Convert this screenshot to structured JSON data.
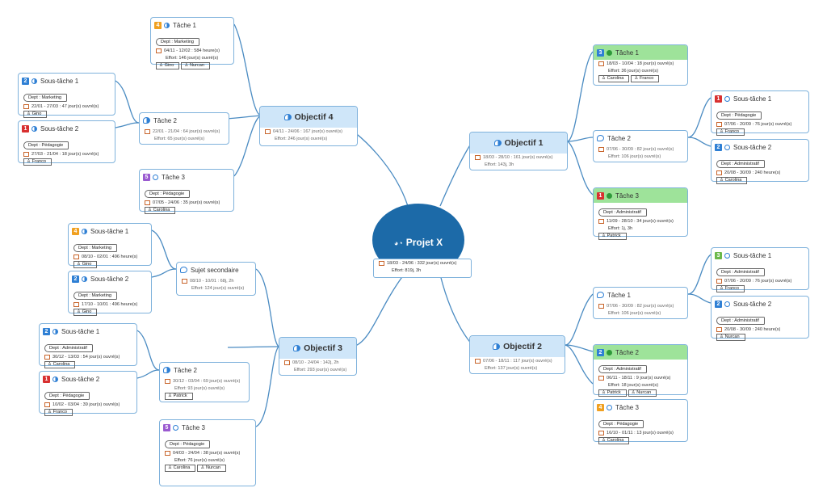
{
  "central": {
    "title": "Projet X",
    "dates": "18/03 - 24/06 : 332 jour(s) ouvré(s)",
    "effort": "Effort: 819j, 3h"
  },
  "objectifs": {
    "o1": {
      "title": "Objectif 1",
      "dates": "18/03 - 28/10 : 161 jour(s) ouvré(s)",
      "effort": "Effort: 143j, 3h"
    },
    "o2": {
      "title": "Objectif 2",
      "dates": "07/06 - 18/11 : 117 jour(s) ouvré(s)",
      "effort": "Effort: 137 jour(s) ouvré(s)"
    },
    "o3": {
      "title": "Objectif 3",
      "dates": "08/10 - 24/04 : 142j, 2h",
      "effort": "Effort: 293 jour(s) ouvré(s)"
    },
    "o4": {
      "title": "Objectif 4",
      "dates": "04/11 - 24/06 : 167 jour(s) ouvré(s)",
      "effort": "Effort: 246 jour(s) ouvré(s)"
    }
  },
  "tasks": {
    "o1_t1": {
      "prio": "3",
      "title": "Tâche 1",
      "dates": "18/03 - 10/04 : 18 jour(s) ouvré(s)",
      "effort": "Effort: 36 jour(s) ouvré(s)",
      "p1": "Carolina",
      "p2": "Franco"
    },
    "o1_t2": {
      "title": "Tâche 2",
      "dates": "07/06 - 30/09 : 82 jour(s) ouvré(s)",
      "effort": "Effort: 106 jour(s) ouvré(s)"
    },
    "o1_t3": {
      "prio": "1",
      "title": "Tâche 3",
      "dept": "Dept : Administratif",
      "dates": "11/09 - 28/10 : 34 jour(s) ouvré(s)",
      "effort": "Effort: 1j, 3h",
      "p1": "Patrick"
    },
    "o1_s1": {
      "prio": "1",
      "title": "Sous-tâche 1",
      "dept": "Dept : Pédagogie",
      "dates": "07/06 - 20/09 : 76 jour(s) ouvré(s)",
      "p1": "Franco"
    },
    "o1_s2": {
      "prio": "2",
      "title": "Sous-tâche 2",
      "dept": "Dept : Administratif",
      "dates": "20/08 - 30/09 : 240 heure(s)",
      "p1": "Carolina"
    },
    "o2_t1": {
      "title": "Tâche 1",
      "dates": "07/06 - 30/09 : 82 jour(s) ouvré(s)",
      "effort": "Effort: 106 jour(s) ouvré(s)"
    },
    "o2_t2": {
      "prio": "2",
      "title": "Tâche 2",
      "dept": "Dept : Administratif",
      "dates": "06/11 - 18/11 : 9 jour(s) ouvré(s)",
      "effort": "Effort: 18 jour(s) ouvré(s)",
      "p1": "Patrick",
      "p2": "Nurcan"
    },
    "o2_t3": {
      "prio": "4",
      "title": "Tâche 3",
      "dept": "Dept : Pédagogie",
      "dates": "16/10 - 01/11 : 13 jour(s) ouvré(s)",
      "p1": "Carolina"
    },
    "o2_s1": {
      "prio": "3",
      "title": "Sous-tâche 1",
      "dept": "Dept : Administratif",
      "dates": "07/06 - 20/09 : 76 jour(s) ouvré(s)",
      "p1": "Franco"
    },
    "o2_s2": {
      "prio": "2",
      "title": "Sous-tâche 2",
      "dept": "Dept : Administratif",
      "dates": "20/08 - 30/09 : 240 heure(s)",
      "p1": "Nurcan"
    },
    "o3_ss": {
      "title": "Sujet secondaire",
      "dates": "08/10 - 10/01 : 68j, 2h",
      "effort": "Effort: 124 jour(s) ouvré(s)"
    },
    "o3_ss_s1": {
      "prio": "4",
      "title": "Sous-tâche 1",
      "dept": "Dept : Marketing",
      "dates": "08/10 - 02/01 : 496 heure(s)",
      "p1": "Gino"
    },
    "o3_ss_s2": {
      "prio": "2",
      "title": "Sous-tâche 2",
      "dept": "Dept : Marketing",
      "dates": "17/10 - 10/01 : 496 heure(s)",
      "p1": "Gino"
    },
    "o3_t2": {
      "title": "Tâche 2",
      "dates": "30/12 - 03/04 : 69 jour(s) ouvré(s)",
      "effort": "Effort: 93 jour(s) ouvré(s)",
      "p1": "Patrick"
    },
    "o3_t2_s1": {
      "prio": "2",
      "title": "Sous-tâche 1",
      "dept": "Dept : Administratif",
      "dates": "30/12 - 13/03 : 54 jour(s) ouvré(s)",
      "p1": "Carolina"
    },
    "o3_t2_s2": {
      "prio": "1",
      "title": "Sous-tâche 2",
      "dept": "Dept : Pédagogie",
      "dates": "10/02 - 03/04 : 39 jour(s) ouvré(s)",
      "p1": "Franco"
    },
    "o3_t3": {
      "prio": "5",
      "title": "Tâche 3",
      "dept": "Dept : Pédagogie",
      "dates": "04/03 - 24/04 : 38 jour(s) ouvré(s)",
      "effort": "Effort: 76 jour(s) ouvré(s)",
      "p1": "Carolina",
      "p2": "Nurcan"
    },
    "o4_t1": {
      "prio": "4",
      "title": "Tâche 1",
      "dept": "Dept : Marketing",
      "dates": "04/11 - 12/02 : 584 heure(s)",
      "effort": "Effort: 146 jour(s) ouvré(s)",
      "p1": "Gino",
      "p2": "Nurcan"
    },
    "o4_t2": {
      "title": "Tâche 2",
      "dates": "22/01 - 21/04 : 64 jour(s) ouvré(s)",
      "effort": "Effort: 65 jour(s) ouvré(s)"
    },
    "o4_t2_s1": {
      "prio": "2",
      "title": "Sous-tâche 1",
      "dept": "Dept : Marketing",
      "dates": "22/01 - 27/03 : 47 jour(s) ouvré(s)",
      "p1": "Gino"
    },
    "o4_t2_s2": {
      "prio": "1",
      "title": "Sous-tâche 2",
      "dept": "Dept : Pédagogie",
      "dates": "27/03 - 21/04 : 18 jour(s) ouvré(s)",
      "p1": "Franco"
    },
    "o4_t3": {
      "prio": "5",
      "title": "Tâche 3",
      "dept": "Dept : Pédagogie",
      "dates": "07/05 - 24/06 : 35 jour(s) ouvré(s)",
      "p1": "Carolina"
    }
  },
  "colors": {
    "central": "#1c6aa8",
    "branch": "#4a8bc2",
    "topic_fill": "#cfe6f9",
    "done_fill": "#9ee39a"
  }
}
